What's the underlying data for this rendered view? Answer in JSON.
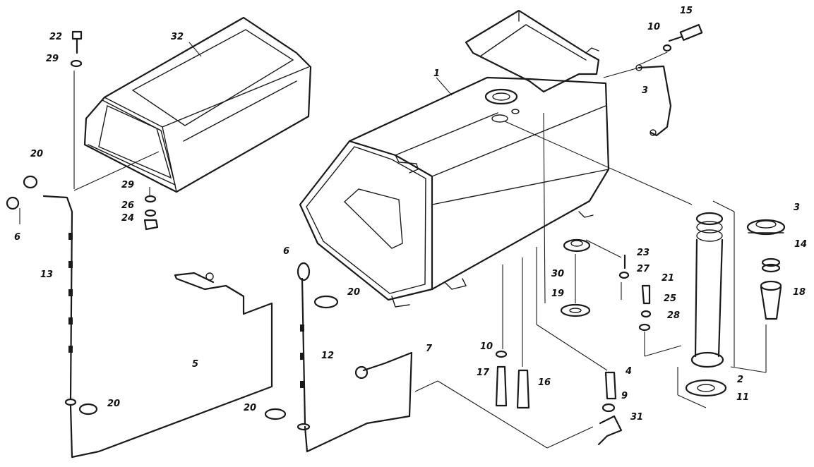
{
  "colors": {
    "ink": "#1a1a1a",
    "paper": "#ffffff"
  },
  "labels": {
    "n1": "1",
    "n2": "2",
    "n3": "3",
    "n3b": "3",
    "n4": "4",
    "n5": "5",
    "n6a": "6",
    "n6b": "6",
    "n7": "7",
    "n9": "9",
    "n10a": "10",
    "n10b": "10",
    "n11": "11",
    "n12": "12",
    "n13": "13",
    "n14": "14",
    "n15": "15",
    "n16": "16",
    "n17": "17",
    "n18": "18",
    "n19": "19",
    "n20a": "20",
    "n20b": "20",
    "n20c": "20",
    "n20d": "20",
    "n21": "21",
    "n22": "22",
    "n23": "23",
    "n24": "24",
    "n25": "25",
    "n26": "26",
    "n27": "27",
    "n28": "28",
    "n29a": "29",
    "n29b": "29",
    "n30": "30",
    "n31": "31",
    "n32": "32"
  }
}
